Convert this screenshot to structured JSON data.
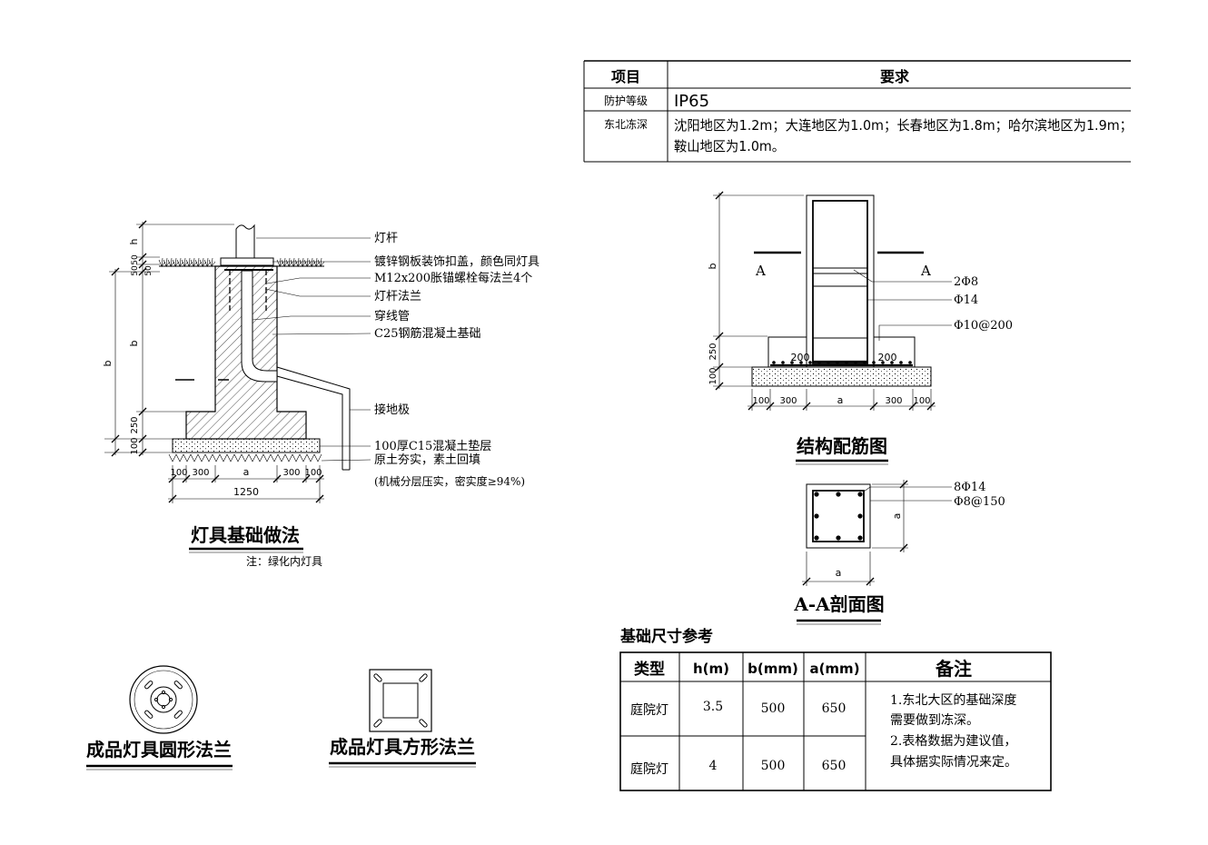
{
  "requirements_table": {
    "header_item": "项目",
    "header_requirement": "要求",
    "rows": [
      {
        "item": "防护等级",
        "lines": [
          "IP65"
        ]
      },
      {
        "item": "东北冻深",
        "lines": [
          "沈阳地区为1.2m；大连地区为1.0m；长春地区为1.8m；哈尔滨地区为1.9m；",
          "鞍山地区为1.0m。"
        ]
      }
    ]
  },
  "foundation_detail": {
    "title": "灯具基础做法",
    "note": "注：绿化内灯具",
    "labels": {
      "pole": "灯杆",
      "cover": "镀锌钢板装饰扣盖，颜色同灯具",
      "bolts": "M12x200胀锚螺栓每法兰4个",
      "flange": "灯杆法兰",
      "conduit": "穿线管",
      "foundation": "C25钢筋混凝土基础",
      "ground_rod": "接地极",
      "pad": "100厚C15混凝土垫层",
      "backfill": "原土夯实，素土回填",
      "compaction": "(机械分层压实，密实度≥94%)"
    },
    "vertical_dims": [
      "h",
      "50",
      "50",
      "50",
      "b",
      "250",
      "100",
      "b"
    ],
    "bottom_dims": [
      "100",
      "300",
      "a",
      "300",
      "100"
    ],
    "overall_width": "1250"
  },
  "rebar_detail": {
    "title": "结构配筋图",
    "section_mark_left": "A",
    "section_mark_right": "A",
    "labels": [
      "2Φ8",
      "Φ14",
      "Φ10@200"
    ],
    "inner_dims": [
      "200",
      "200"
    ],
    "vertical_dims": [
      "b",
      "250",
      "100"
    ],
    "bottom_dims": [
      "100",
      "300",
      "a",
      "300",
      "100"
    ]
  },
  "section_aa": {
    "title": "A-A剖面图",
    "labels": [
      "8Φ14",
      "Φ8@150"
    ],
    "side_dim": "a",
    "bottom_dim": "a"
  },
  "flanges": {
    "round_title": "成品灯具圆形法兰",
    "square_title": "成品灯具方形法兰"
  },
  "size_table": {
    "title": "基础尺寸参考",
    "headers": [
      "类型",
      "h(m)",
      "b(mm)",
      "a(mm)",
      "备注"
    ],
    "rows": [
      [
        "庭院灯",
        "3.5",
        "500",
        "650"
      ],
      [
        "庭院灯",
        "4",
        "500",
        "650"
      ]
    ],
    "remarks": [
      "1.东北大区的基础深度",
      "需要做到冻深。",
      "2.表格数据为建议值，",
      "具体据实际情况来定。"
    ]
  }
}
